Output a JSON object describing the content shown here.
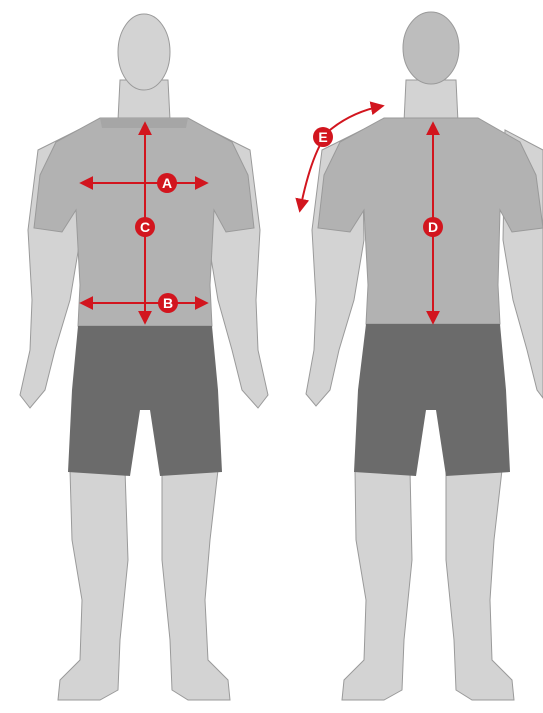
{
  "colors": {
    "background": "#ffffff",
    "skin": "#d3d3d3",
    "skin_outline": "#9a9a9a",
    "shirt": "#b2b2b2",
    "shirt_shadow": "#a6a6a6",
    "shorts": "#6b6b6b",
    "accent": "#d2151e",
    "label_text": "#ffffff"
  },
  "views": {
    "front": {
      "icon": "front-body-silhouette"
    },
    "back": {
      "icon": "back-body-silhouette"
    }
  },
  "measurements": {
    "a": {
      "letter": "A"
    },
    "b": {
      "letter": "B"
    },
    "c": {
      "letter": "C"
    },
    "d": {
      "letter": "D"
    },
    "e": {
      "letter": "E"
    }
  }
}
